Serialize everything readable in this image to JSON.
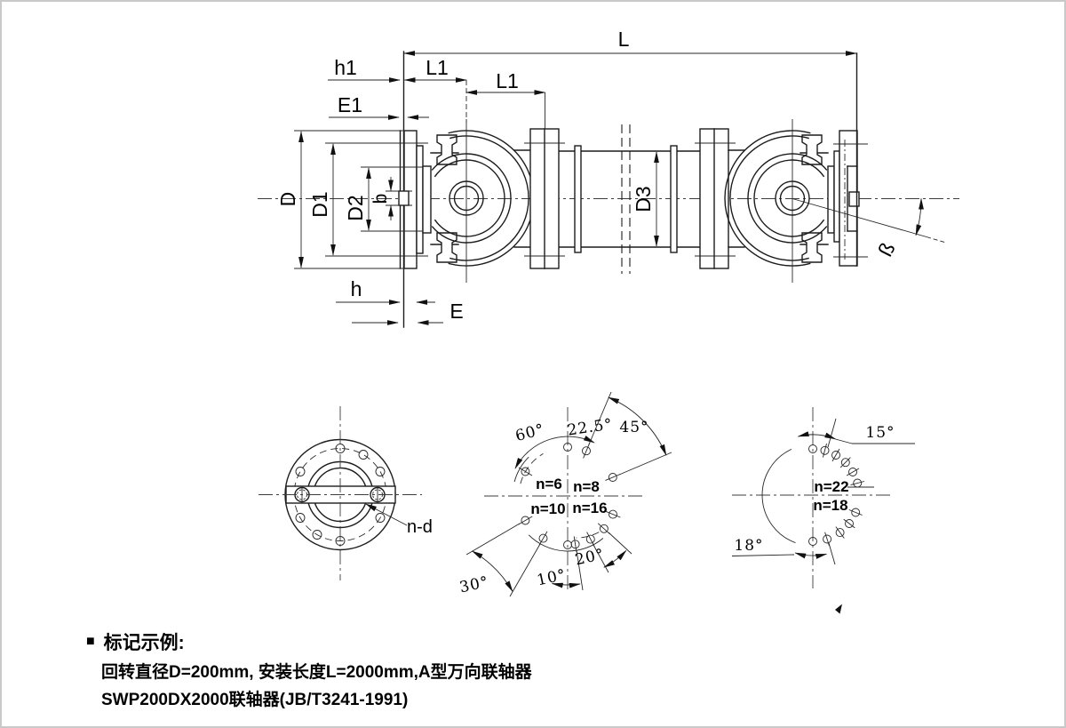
{
  "page": {
    "background": "#ffffff",
    "border_color": "#c9c9c9",
    "line_color": "#1c1c1c"
  },
  "side_view": {
    "dims": {
      "L": "L",
      "h1": "h1",
      "L1_left": "L1",
      "L1_right": "L1",
      "E1": "E1",
      "D": "D",
      "D1": "D1",
      "D2": "D2",
      "b": "b",
      "D3": "D3",
      "h": "h",
      "E": "E",
      "beta": "ß"
    }
  },
  "end_views": {
    "left": {
      "hole_label": "n-d"
    },
    "middle": {
      "angles": {
        "a60": "60°",
        "a225": "22.5°",
        "a45": "45°",
        "a30": "30°",
        "a10": "10°",
        "a20": "20°"
      },
      "counts": {
        "n6": "n=6",
        "n8": "n=8",
        "n10": "n=10",
        "n16": "n=16"
      }
    },
    "right": {
      "angles": {
        "a15": "15°",
        "a18": "18°"
      },
      "counts": {
        "n22": "n=22",
        "n18": "n=18"
      }
    }
  },
  "notes": {
    "marker": "■",
    "heading": "标记示例:",
    "line1": "回转直径D=200mm, 安装长度L=2000mm,A型万向联轴器",
    "line2": "SWP200DX2000联轴器(JB/T3241-1991)"
  }
}
